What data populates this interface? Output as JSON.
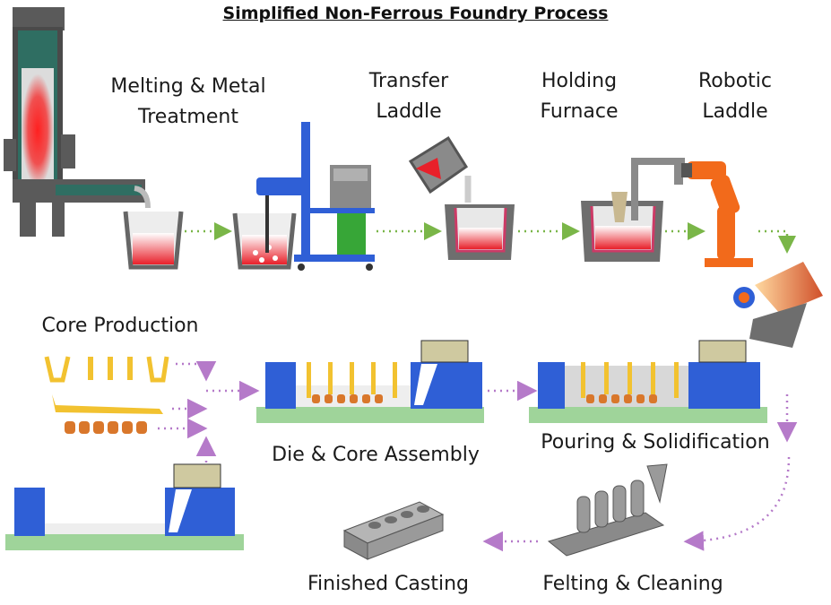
{
  "title": "Simplified Non-Ferrous Foundry Process",
  "steps": {
    "melting_line1": "Melting & Metal",
    "melting_line2": "Treatment",
    "transfer_line1": "Transfer",
    "transfer_line2": "Laddle",
    "holding_line1": "Holding",
    "holding_line2": "Furnace",
    "robotic_line1": "Robotic",
    "robotic_line2": "Laddle",
    "core_production": "Core Production",
    "die_core_assembly": "Die & Core Assembly",
    "pouring_solidification": "Pouring & Solidification",
    "felting_cleaning": "Felting & Cleaning",
    "finished_casting": "Finished Casting"
  },
  "colors": {
    "molten": "#e8202a",
    "die_blue": "#2f5fd6",
    "base_green": "#9fd49a",
    "core_yellow": "#f2c230",
    "core_orange": "#d9772b",
    "arrow_green": "#7ab648",
    "arrow_purple": "#b57ac9",
    "crucible_grey": "#6e6e6e"
  }
}
